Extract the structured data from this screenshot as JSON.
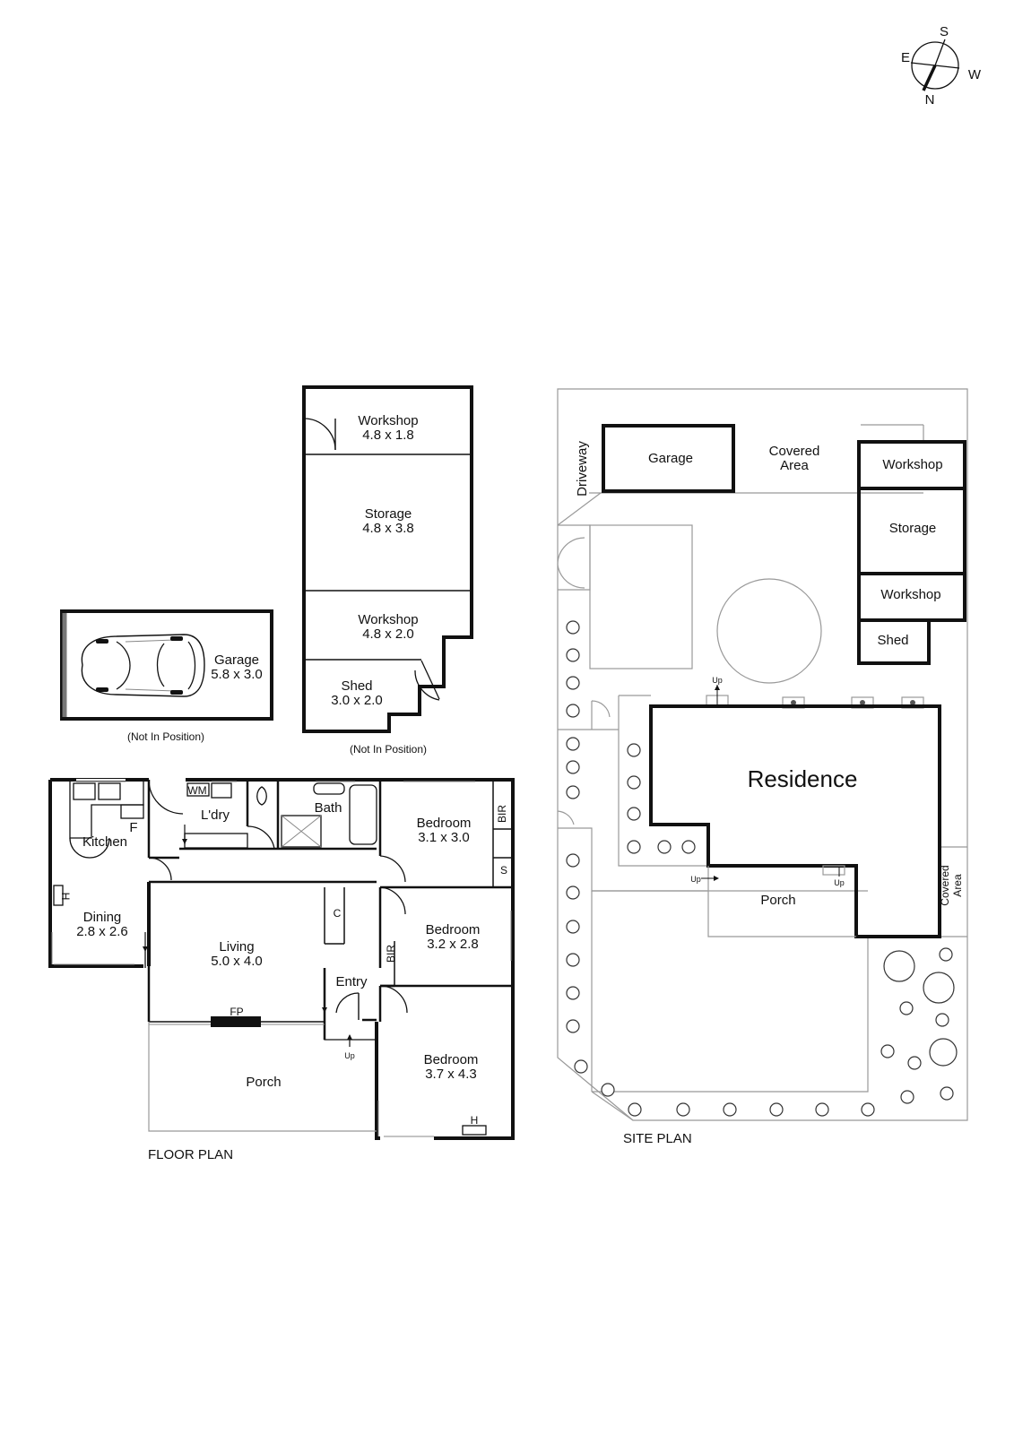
{
  "compass": {
    "s": "S",
    "e": "E",
    "w": "W",
    "n": "N"
  },
  "detached": {
    "garage": {
      "name": "Garage",
      "dims": "5.8 x 3.0",
      "note": "(Not In Position)"
    },
    "workshop_top": {
      "name": "Workshop",
      "dims": "4.8 x 1.8"
    },
    "storage": {
      "name": "Storage",
      "dims": "4.8 x 3.8"
    },
    "workshop_mid": {
      "name": "Workshop",
      "dims": "4.8 x 2.0"
    },
    "shed": {
      "name": "Shed",
      "dims": "3.0 x 2.0"
    },
    "outbuilding_note": "(Not In Position)"
  },
  "floor_plan": {
    "caption": "FLOOR PLAN",
    "kitchen": "Kitchen",
    "fridge": "F",
    "laundry": "L'dry",
    "wm": "WM",
    "bath": "Bath",
    "dining": {
      "name": "Dining",
      "dims": "2.8 x 2.6"
    },
    "heater_dining": "H",
    "living": {
      "name": "Living",
      "dims": "5.0 x 4.0"
    },
    "cupboard": "C",
    "fireplace": "FP",
    "entry": "Entry",
    "up": "Up",
    "porch": "Porch",
    "bed1": {
      "name": "Bedroom",
      "dims": "3.1 x 3.0"
    },
    "bed2": {
      "name": "Bedroom",
      "dims": "3.2 x 2.8"
    },
    "bed3": {
      "name": "Bedroom",
      "dims": "3.7 x 4.3"
    },
    "bir1": "BIR",
    "bir2": "BIR",
    "s": "S",
    "heater_bed": "H"
  },
  "site_plan": {
    "caption": "SITE PLAN",
    "driveway": "Driveway",
    "garage": "Garage",
    "covered_area_top": {
      "line1": "Covered",
      "line2": "Area"
    },
    "workshop1": "Workshop",
    "storage": "Storage",
    "workshop2": "Workshop",
    "shed": "Shed",
    "residence": "Residence",
    "porch": "Porch",
    "up_top": "Up",
    "up_left": "Up",
    "up_right": "Up",
    "covered_area_side": {
      "line1": "Covered",
      "line2": "Area"
    }
  }
}
